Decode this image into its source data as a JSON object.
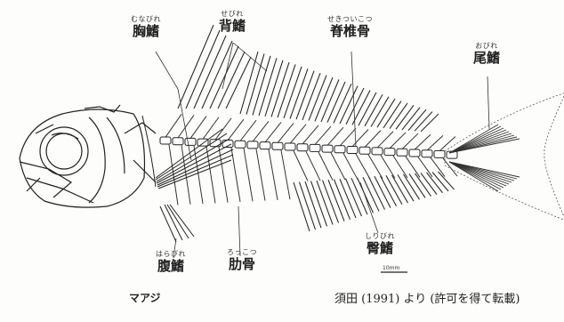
{
  "labels": {
    "pectoral_fin": {
      "ruby": "むなびれ",
      "text": "胸鰭"
    },
    "dorsal_fin": {
      "ruby": "せびれ",
      "text": "背鰭"
    },
    "vertebra": {
      "ruby": "せきついこつ",
      "text": "脊椎骨"
    },
    "caudal_fin": {
      "ruby": "おびれ",
      "text": "尾鰭"
    },
    "anal_fin": {
      "ruby": "しりびれ",
      "text": "臀鰭"
    },
    "rib": {
      "ruby": "ろっこつ",
      "text": "肋骨"
    },
    "pelvic_fin": {
      "ruby": "はらびれ",
      "text": "腹鰭"
    }
  },
  "scale_bar": "10mm",
  "species": "マアジ",
  "credit": "須田 (1991) より (許可を得て転載)"
}
